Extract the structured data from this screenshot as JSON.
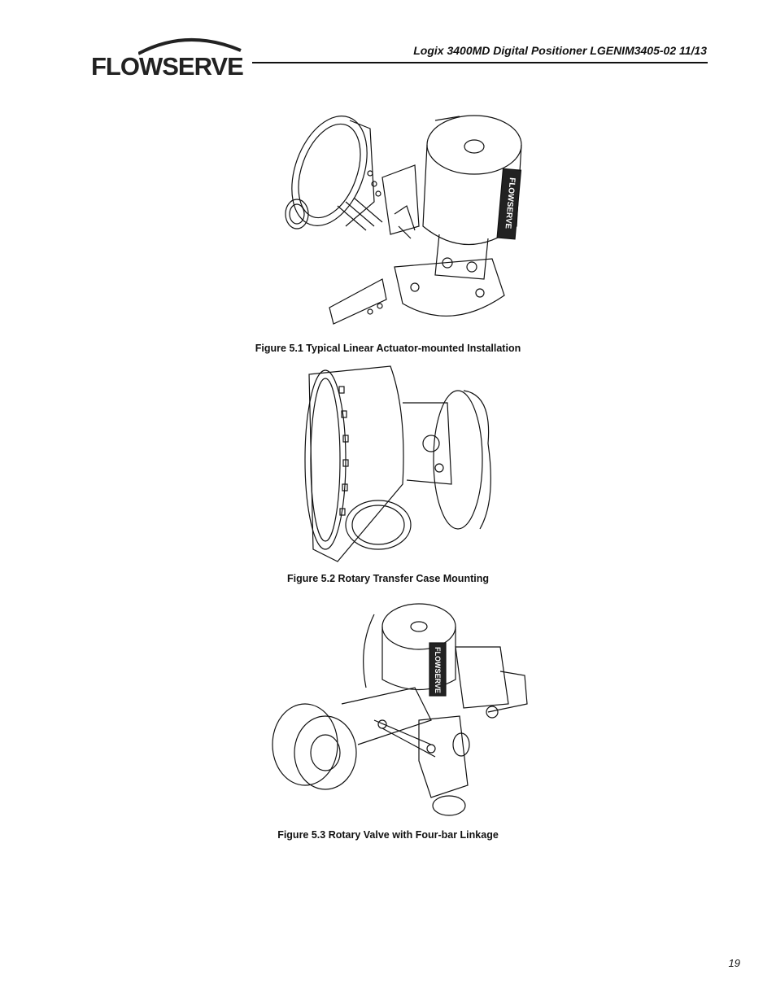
{
  "header": {
    "brand": "FLOWSERVE",
    "doc_title": "Logix 3400MD Digital Positioner LGENIM3405-02 11/13"
  },
  "figures": [
    {
      "caption": "Figure 5.1 Typical Linear Actuator-mounted Installation",
      "actuator_label": "FLOWSERVE"
    },
    {
      "caption": "Figure 5.2 Rotary Transfer Case Mounting"
    },
    {
      "caption": "Figure 5.3 Rotary Valve with Four-bar Linkage",
      "actuator_label": "FLOWSERVE"
    }
  ],
  "footer": {
    "page_number": "19"
  }
}
